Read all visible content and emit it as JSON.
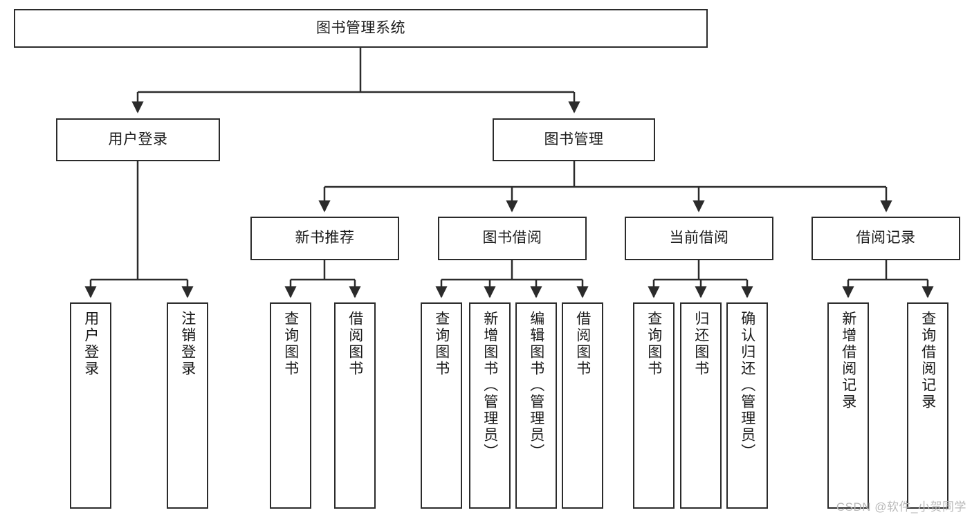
{
  "diagram": {
    "title": "图书管理系统",
    "type": "tree",
    "stroke_color": "#2b2b2b",
    "fill_color": "#ffffff",
    "text_color": "#1a1a1a",
    "watermark": "CSDN @软件_小贺同学"
  },
  "nodes": {
    "root": {
      "label": "图书管理系统"
    },
    "level1": [
      {
        "label": "用户登录"
      },
      {
        "label": "图书管理"
      }
    ],
    "level2": [
      {
        "label": "新书推荐"
      },
      {
        "label": "图书借阅"
      },
      {
        "label": "当前借阅"
      },
      {
        "label": "借阅记录"
      }
    ],
    "leaves": {
      "user_login": [
        {
          "label": "用户登录"
        },
        {
          "label": "注销登录"
        }
      ],
      "new_book_recommend": [
        {
          "label": "查询图书"
        },
        {
          "label": "借阅图书"
        }
      ],
      "book_borrow": [
        {
          "label": "查询图书"
        },
        {
          "label": "新增图书（管理员）"
        },
        {
          "label": "编辑图书（管理员）"
        },
        {
          "label": "借阅图书"
        }
      ],
      "current_borrow": [
        {
          "label": "查询图书"
        },
        {
          "label": "归还图书"
        },
        {
          "label": "确认归还（管理员）"
        }
      ],
      "borrow_record": [
        {
          "label": "新增借阅记录"
        },
        {
          "label": "查询借阅记录"
        }
      ]
    }
  }
}
